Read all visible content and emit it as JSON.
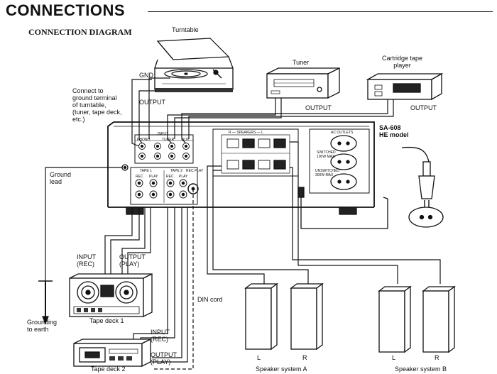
{
  "header": {
    "title": "CONNECTIONS",
    "subtitle": "CONNECTION DIAGRAM"
  },
  "devices": {
    "turntable": "Turntable",
    "tuner": "Tuner",
    "cartridge_player": "Cartridge tape\nplayer",
    "amplifier_model": "SA-608\nHE model",
    "tape_deck_1": "Tape deck 1",
    "tape_deck_2": "Tape deck 2",
    "speaker_a": "Speaker system A",
    "speaker_b": "Speaker system B"
  },
  "labels": {
    "gnd": "GND",
    "turntable_output": "OUTPUT",
    "tuner_output": "OUTPUT",
    "cartridge_output": "OUTPUT",
    "ground_note": "Connect to\nground terminal\nof turntable,\n(tuner, tape deck,\netc.)",
    "ground_lead": "Ground\nlead",
    "grounding": "Grounding\nto earth",
    "deck1_input": "INPUT\n(REC)",
    "deck1_output": "OUTPUT\n(PLAY)",
    "deck2_input": "INPUT\n(REC)",
    "deck2_output": "OUTPUT\n(PLAY)",
    "din_cord": "DIN cord",
    "speaker_a_l": "L",
    "speaker_a_r": "R",
    "speaker_b_l": "L",
    "speaker_b_r": "R"
  },
  "panel": {
    "input": "INPUT",
    "phono": "PHONO",
    "tuner": "TUNER",
    "aux": "AUX",
    "tape1": "TAPE 1",
    "tape2": "TAPE 2",
    "rec": "REC",
    "play": "PLAY",
    "rec_play": "REC PLAY",
    "speakers": "R — SPEAKERS — L",
    "ac_outlets": "AC OUTLETS",
    "switched": "SWITCHED\n100W MAX",
    "unswitched": "UNSWITCHED\n300W MAX"
  }
}
